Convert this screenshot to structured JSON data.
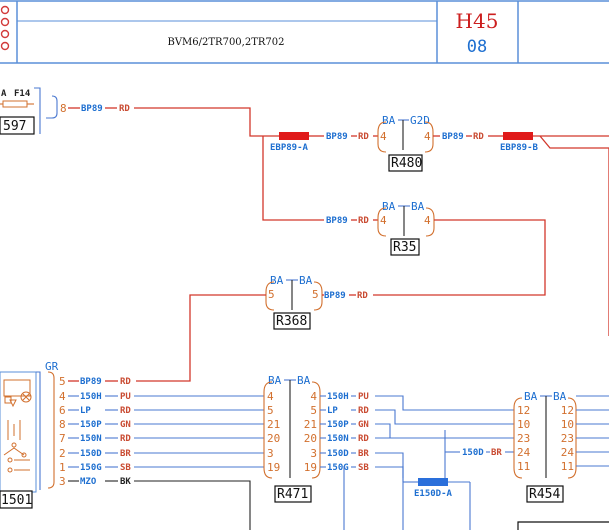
{
  "header": {
    "model": "BVM6/2TR700,2TR702",
    "code": "H45",
    "sub": "08"
  },
  "fuse": {
    "name": "F14",
    "left_letter": "A",
    "box_label": "597",
    "pin": "8"
  },
  "splices": [
    {
      "label": "EBP89-A",
      "color": "#e01a1a"
    },
    {
      "label": "EBP89-B",
      "color": "#e01a1a"
    },
    {
      "label": "E150D-A",
      "color": "#2a6fdb"
    }
  ],
  "connectors": {
    "r480": {
      "label": "R480",
      "left_code": "BA",
      "right_code": "G2D",
      "left_pin": "4",
      "right_pin": "4"
    },
    "r35": {
      "label": "R35",
      "left_code": "BA",
      "right_code": "BA",
      "left_pin": "4",
      "right_pin": "4"
    },
    "r368": {
      "label": "R368",
      "left_code": "BA",
      "right_code": "BA",
      "left_pin": "5",
      "right_pin": "5"
    },
    "r471": {
      "label": "R471",
      "left_code": "BA",
      "right_code": "BA"
    },
    "r454": {
      "label": "R454",
      "left_code": "BA",
      "right_code": "BA"
    }
  },
  "module": {
    "label": "1501",
    "code": "GR"
  },
  "wires": {
    "bp89": "BP89",
    "rd": "RD"
  },
  "harness": {
    "rows": [
      {
        "pin": "5",
        "wire": "BP89",
        "color": "RD"
      },
      {
        "pin": "4",
        "wire": "150H",
        "color": "PU"
      },
      {
        "pin": "6",
        "wire": "LP",
        "color": "RD"
      },
      {
        "pin": "8",
        "wire": "150P",
        "color": "GN"
      },
      {
        "pin": "7",
        "wire": "150N",
        "color": "RD"
      },
      {
        "pin": "2",
        "wire": "150D",
        "color": "BR"
      },
      {
        "pin": "1",
        "wire": "150G",
        "color": "SB"
      },
      {
        "pin": "3",
        "wire": "MZO",
        "color": "BK"
      }
    ],
    "r471_pins": [
      "4",
      "5",
      "21",
      "20",
      "3",
      "19"
    ],
    "right_rows": [
      {
        "wire": "150H",
        "color": "PU"
      },
      {
        "wire": "LP",
        "color": "RD"
      },
      {
        "wire": "150P",
        "color": "GN"
      },
      {
        "wire": "150N",
        "color": "RD"
      },
      {
        "wire": "150D",
        "color": "BR"
      },
      {
        "wire": "150G",
        "color": "SB"
      }
    ],
    "r454_pins": [
      "12",
      "10",
      "23",
      "24",
      "11"
    ],
    "r454_wire": {
      "wire": "150D",
      "color": "BR"
    }
  }
}
